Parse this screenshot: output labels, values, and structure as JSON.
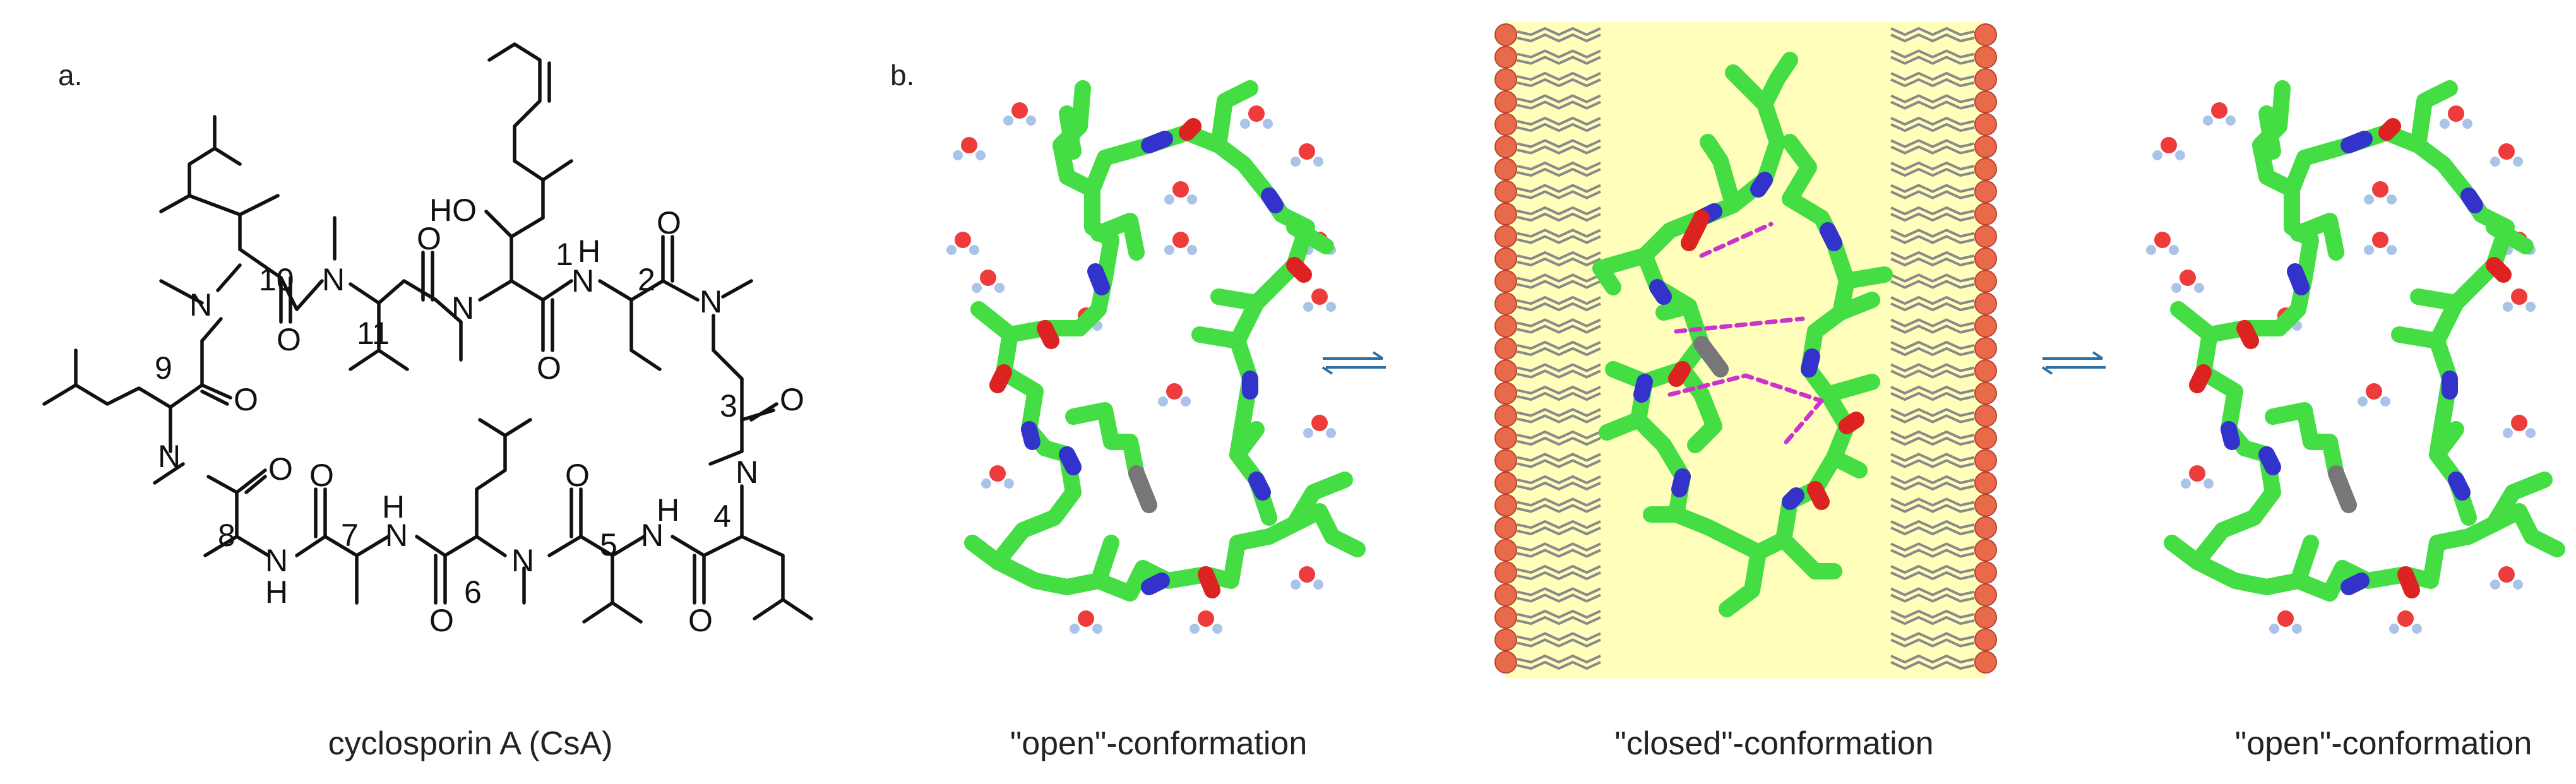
{
  "panels": {
    "a_label": "a.",
    "b_label": "b."
  },
  "molecule": {
    "atoms": [
      {
        "id": "N_10",
        "text": "N"
      },
      {
        "id": "N_11",
        "text": "N"
      },
      {
        "id": "N_1",
        "text": "N"
      },
      {
        "id": "NH_2",
        "text": "H"
      },
      {
        "id": "NH_2b",
        "text": "N"
      },
      {
        "id": "N_3",
        "text": "N"
      },
      {
        "id": "N_9",
        "text": "N"
      },
      {
        "id": "N_4",
        "text": "N"
      },
      {
        "id": "NH_4",
        "text": "N"
      },
      {
        "id": "NH_4h",
        "text": "H"
      },
      {
        "id": "N_6",
        "text": "N"
      },
      {
        "id": "NH_7",
        "text": "N"
      },
      {
        "id": "NH_7h",
        "text": "H"
      },
      {
        "id": "NH_8",
        "text": "N"
      },
      {
        "id": "NH_8h",
        "text": "H"
      },
      {
        "id": "HO",
        "text": "HO"
      },
      {
        "id": "O_10",
        "text": "O"
      },
      {
        "id": "O_11",
        "text": "O"
      },
      {
        "id": "O_1",
        "text": "O"
      },
      {
        "id": "O_2",
        "text": "O"
      },
      {
        "id": "O_3",
        "text": "O"
      },
      {
        "id": "O_9",
        "text": "O"
      },
      {
        "id": "O_8",
        "text": "O"
      },
      {
        "id": "O_7",
        "text": "O"
      },
      {
        "id": "O_6",
        "text": "O"
      },
      {
        "id": "O_5",
        "text": "O"
      },
      {
        "id": "O_4",
        "text": "O"
      }
    ],
    "numbers": [
      "1",
      "2",
      "3",
      "4",
      "5",
      "6",
      "7",
      "8",
      "9",
      "10",
      "11"
    ]
  },
  "captions": {
    "molecule": "cyclosporin A (CsA)",
    "open_left": "\"open\"-conformation",
    "closed": "\"closed\"-conformation",
    "open_right": "\"open\"-conformation"
  },
  "colors": {
    "carbon": "#44dd44",
    "nitrogen": "#3333cc",
    "oxygen": "#dd2222",
    "membrane_core": "#ffffbb",
    "lipid_head": "#e86a4a",
    "water_oxygen": "#ee3b3b",
    "water_hydrogen": "#a9c4e8",
    "hbond": "#cc33cc",
    "equilibrium_arrow": "#2f6fa0"
  },
  "icons": [
    "equilibrium-arrow-icon",
    "water-molecule-icon",
    "lipid-headgroup-icon"
  ]
}
